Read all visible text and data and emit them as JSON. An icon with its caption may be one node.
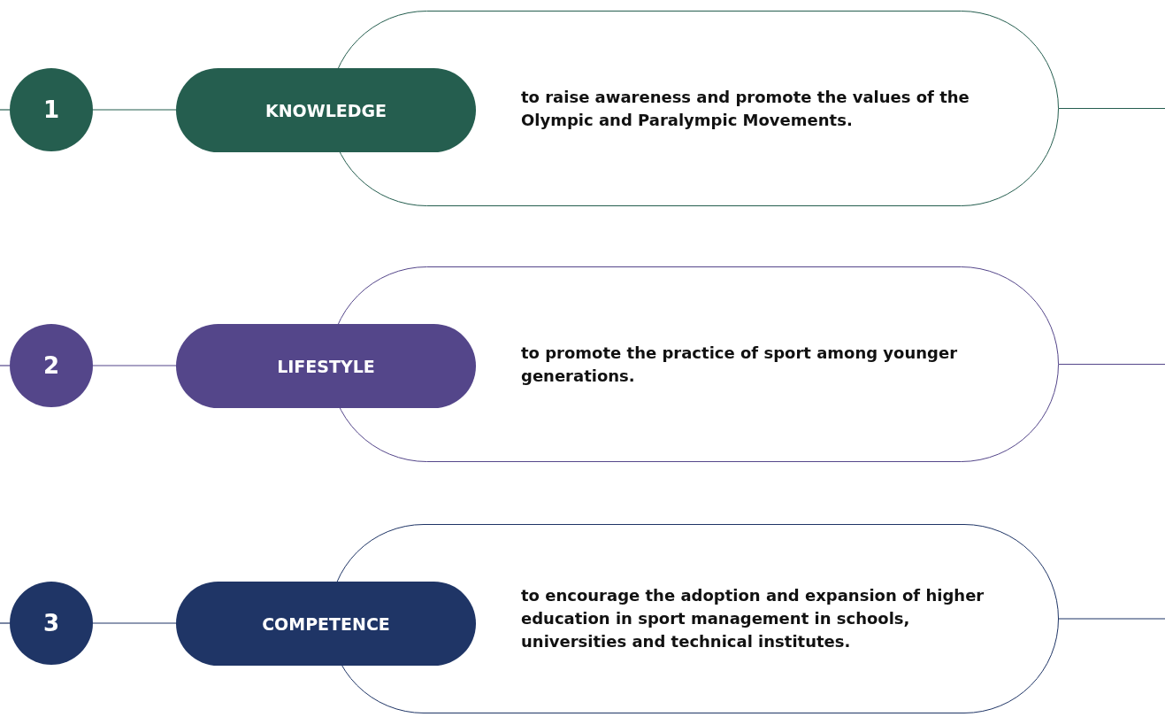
{
  "diagram": {
    "nodes": [
      {
        "text": [
          "1"
        ]
      },
      {
        "text": [
          "KNOWLEDGE"
        ]
      },
      {
        "text": [
          "to raise awareness and promote the values of the Olympic and Paralympic Movements."
        ]
      },
      {
        "text": [
          "2"
        ]
      },
      {
        "text": [
          "LIFESTYLE"
        ]
      },
      {
        "text": [
          "to promote the practice of sport among younger generations."
        ]
      },
      {
        "text": [
          "3"
        ]
      },
      {
        "text": [
          "COMPETENCE"
        ]
      },
      {
        "text": [
          "to encourage the adoption and expansion of higher education in sport management in schools, universities and technical institutes."
        ]
      }
    ],
    "edges": [
      {
        "from": null,
        "to": 0,
        "arrow": "none",
        "color": "#255e4f"
      },
      {
        "from": 0,
        "to": 1,
        "arrow": "none",
        "color": "#255e4f"
      },
      {
        "from": 2,
        "to": null,
        "arrow": "none",
        "color": "#255e4f"
      },
      {
        "from": null,
        "to": 3,
        "arrow": "none",
        "color": "#54468a"
      },
      {
        "from": 3,
        "to": 4,
        "arrow": "none",
        "color": "#54468a"
      },
      {
        "from": 5,
        "to": null,
        "arrow": "none",
        "color": "#54468a"
      },
      {
        "from": null,
        "to": 6,
        "arrow": "none",
        "color": "#1f3566"
      },
      {
        "from": 6,
        "to": 7,
        "arrow": "none",
        "color": "#1f3566"
      },
      {
        "from": 8,
        "to": null,
        "arrow": "none",
        "color": "#1f3566"
      }
    ]
  }
}
